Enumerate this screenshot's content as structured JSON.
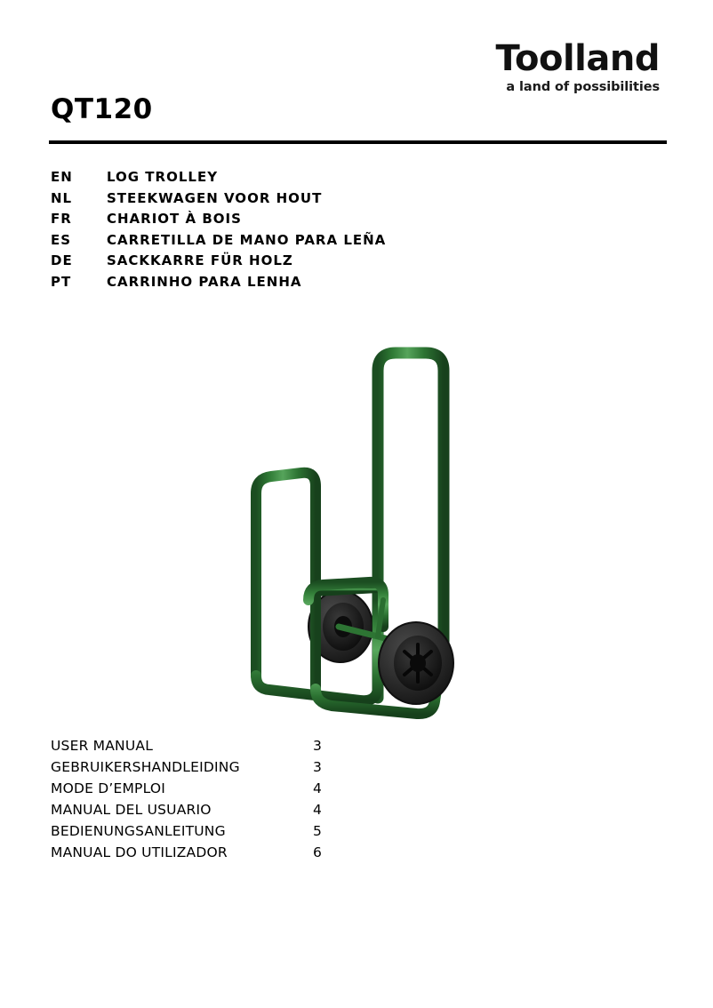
{
  "brand": {
    "name": "Toolland",
    "tagline": "a land of possibilities"
  },
  "model": {
    "title": "QT120"
  },
  "languages": [
    {
      "code": "EN",
      "title": "LOG TROLLEY"
    },
    {
      "code": "NL",
      "title": "STEEKWAGEN VOOR HOUT"
    },
    {
      "code": "FR",
      "title": "CHARIOT À BOIS"
    },
    {
      "code": "ES",
      "title": "CARRETILLA DE MANO PARA LEÑA"
    },
    {
      "code": "DE",
      "title": "SACKKARRE FÜR HOLZ"
    },
    {
      "code": "PT",
      "title": "CARRINHO PARA LENHA"
    }
  ],
  "product_image": {
    "alt": "log trolley with green tubular steel frame and two black rubber wheels",
    "colors": {
      "frame_green": "#2f7a35",
      "frame_green_dark": "#1d5223",
      "frame_green_light": "#57a35c",
      "tire_black": "#2b2b2b",
      "hub_black": "#161616"
    }
  },
  "toc": [
    {
      "label": "USER MANUAL",
      "page": "3"
    },
    {
      "label": "GEBRUIKERSHANDLEIDING",
      "page": "3"
    },
    {
      "label": "MODE D’EMPLOI",
      "page": "4"
    },
    {
      "label": "MANUAL DEL USUARIO",
      "page": "4"
    },
    {
      "label": "BEDIENUNGSANLEITUNG",
      "page": "5"
    },
    {
      "label": "MANUAL DO UTILIZADOR",
      "page": "6"
    }
  ]
}
